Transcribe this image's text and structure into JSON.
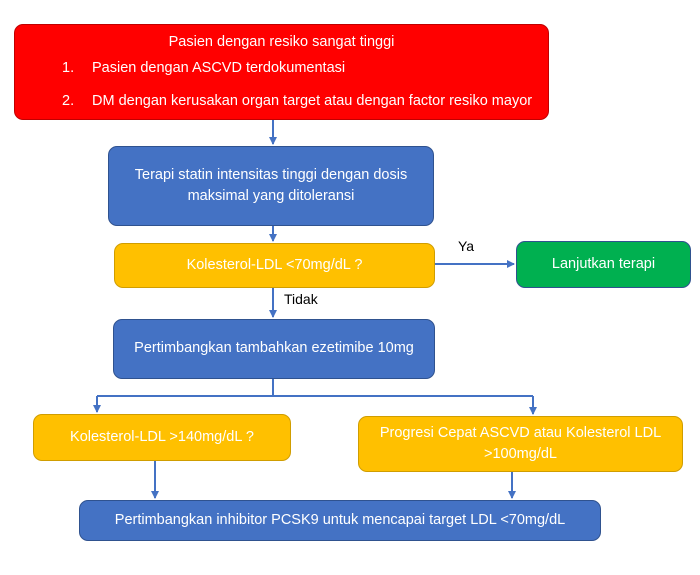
{
  "nodes": {
    "start": {
      "title": "Pasien dengan resiko sangat tinggi",
      "items": [
        {
          "num": "1.",
          "text": "Pasien dengan ASCVD terdokumentasi"
        },
        {
          "num": "2.",
          "text": "DM dengan kerusakan organ target atau dengan factor resiko mayor"
        }
      ]
    },
    "statin": "Terapi statin intensitas tinggi dengan dosis maksimal yang ditoleransi",
    "ldl70": "Kolesterol-LDL <70mg/dL ?",
    "continue": "Lanjutkan terapi",
    "ezetimibe": "Pertimbangkan tambahkan ezetimibe 10mg",
    "ldl140": "Kolesterol-LDL >140mg/dL ?",
    "progression": "Progresi Cepat ASCVD atau Kolesterol LDL >100mg/dL",
    "pcsk9": "Pertimbangkan inhibitor PCSK9 untuk mencapai target LDL <70mg/dL"
  },
  "edge_labels": {
    "yes": "Ya",
    "no": "Tidak"
  },
  "colors": {
    "red": "#ff0000",
    "blue": "#4472c4",
    "yellow": "#ffc000",
    "green": "#00b050",
    "connector": "#4472c4"
  }
}
